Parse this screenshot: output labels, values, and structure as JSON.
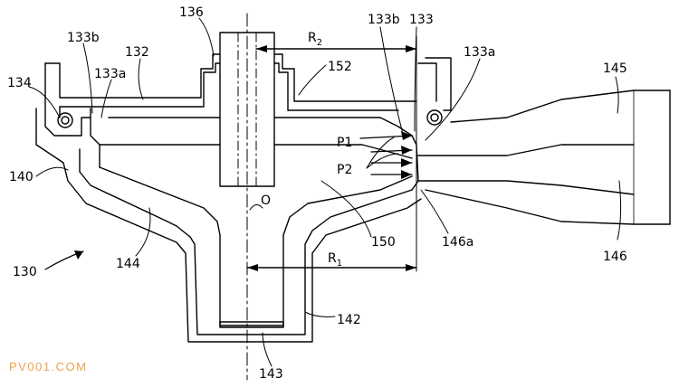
{
  "labels": {
    "l130": "130",
    "l132": "132",
    "l133": "133",
    "l133a_left": "133a",
    "l133a_right": "133a",
    "l133b_left": "133b",
    "l133b_right": "133b",
    "l134": "134",
    "l136": "136",
    "l140": "140",
    "l142": "142",
    "l143": "143",
    "l144": "144",
    "l145": "145",
    "l146": "146",
    "l146a": "146a",
    "l150": "150",
    "l152": "152",
    "O": "O",
    "P1": "P1",
    "P2": "P2",
    "R1": "R",
    "R1_sub": "1",
    "R2": "R",
    "R2_sub": "2"
  },
  "watermark": "PV001.COM",
  "colors": {
    "line": "#000000",
    "watermark": "#f0a24a"
  }
}
